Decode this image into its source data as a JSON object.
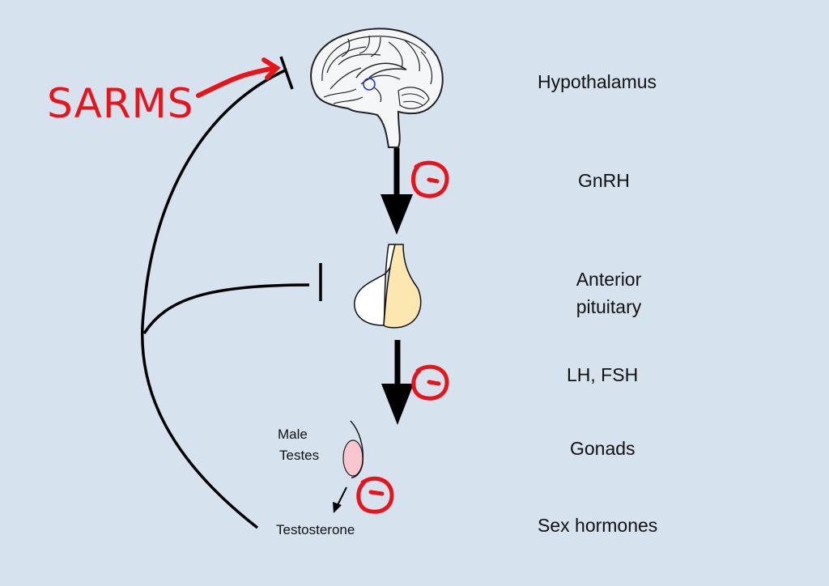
{
  "labels": {
    "hypothalamus": "Hypothalamus",
    "gnrh": "GnRH",
    "anterior_pituitary_line1": "Anterior",
    "anterior_pituitary_line2": "pituitary",
    "lh_fsh": "LH, FSH",
    "gonads": "Gonads",
    "sex_hormones": "Sex hormones",
    "male_testes_line1": "Male",
    "male_testes_line2": "Testes",
    "testosterone": "Testosterone"
  },
  "annotation": {
    "sarms": "SARMS"
  },
  "inhibition_markers": [
    {
      "stage": "GnRH",
      "symbol": "-"
    },
    {
      "stage": "LH, FSH",
      "symbol": "-"
    },
    {
      "stage": "Testosterone",
      "symbol": "-"
    }
  ],
  "colors": {
    "background": "#d6e3ef",
    "annotation_red": "#e8141a",
    "pituitary_left": "#ffffff",
    "pituitary_right": "#fce7b0",
    "testis": "#f9c6d0",
    "hypothalamus_marker": "#1d2bd8"
  }
}
